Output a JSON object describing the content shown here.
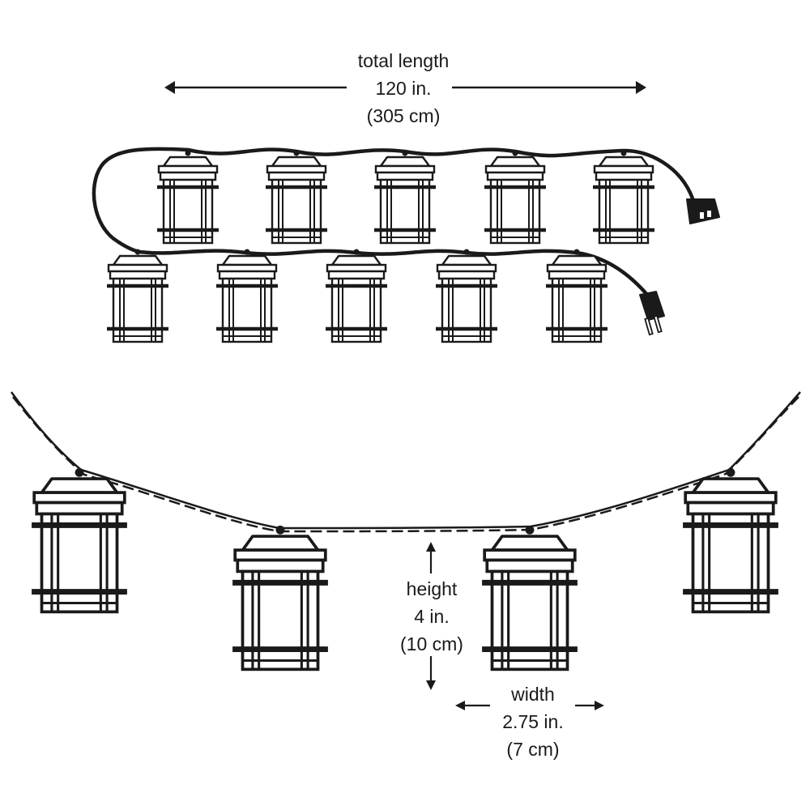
{
  "total_length": {
    "label": "total length",
    "imperial": "120 in.",
    "metric": "(305 cm)"
  },
  "height": {
    "label": "height",
    "imperial": "4 in.",
    "metric": "(10 cm)"
  },
  "width": {
    "label": "width",
    "imperial": "2.75 in.",
    "metric": "(7 cm)"
  },
  "colors": {
    "line": "#1a1a1a",
    "background": "#ffffff"
  },
  "icons": [
    "lantern-icon",
    "power-plug-icon",
    "end-connector-icon",
    "double-arrow-icon"
  ]
}
